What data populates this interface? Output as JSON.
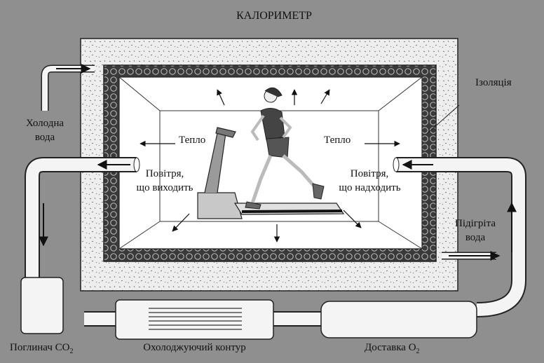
{
  "title": "КАЛОРИМЕТР",
  "labels": {
    "insulation": "Ізоляція",
    "cold_water_1": "Холодна",
    "cold_water_2": "вода",
    "heat_left": "Тепло",
    "heat_right": "Тепло",
    "air_out_1": "Повітря,",
    "air_out_2": "що виходить",
    "air_in_1": "Повітря,",
    "air_in_2": "що надходить",
    "warm_water_1": "Підігріта",
    "warm_water_2": "вода",
    "co2_absorber": "Поглинач CO",
    "co2_sub": "2",
    "cooling_circuit": "Охолоджуючий контур",
    "o2_supply": "Доставка O",
    "o2_sub": "2"
  },
  "colors": {
    "background": "#8f8f8f",
    "insulation": "#eeeeee",
    "wall": "#3a3a3a",
    "room": "#ffffff",
    "pipe": "#f4f4f4"
  }
}
